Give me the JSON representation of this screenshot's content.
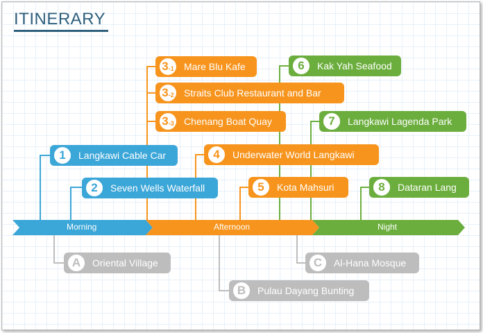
{
  "title": "ITINERARY",
  "timeline": {
    "morning": "Morning",
    "afternoon": "Afternoon",
    "night": "Night"
  },
  "stops": {
    "s1": {
      "num": "1",
      "label": "Langkawi Cable Car"
    },
    "s2": {
      "num": "2",
      "label": "Seven Wells Waterfall"
    },
    "s3_1": {
      "num": "3",
      "sub": "-1",
      "label": "Mare Blu Kafe"
    },
    "s3_2": {
      "num": "3",
      "sub": "-2",
      "label": "Straits Club Restaurant and Bar"
    },
    "s3_3": {
      "num": "3",
      "sub": "-3",
      "label": "Chenang Boat Quay"
    },
    "s4": {
      "num": "4",
      "label": "Underwater World Langkawi"
    },
    "s5": {
      "num": "5",
      "label": "Kota Mahsuri"
    },
    "s6": {
      "num": "6",
      "label": "Kak Yah Seafood"
    },
    "s7": {
      "num": "7",
      "label": "Langkawi Lagenda Park"
    },
    "s8": {
      "num": "8",
      "label": "Dataran Lang"
    },
    "sA": {
      "num": "A",
      "label": "Oriental Village"
    },
    "sB": {
      "num": "B",
      "label": "Pulau Dayang Bunting"
    },
    "sC": {
      "num": "C",
      "label": "Al-Hana Mosque"
    }
  },
  "colors": {
    "morning": "#3ba6d8",
    "afternoon": "#f7941d",
    "night": "#6cae3e",
    "optional": "#bdbdbd",
    "title": "#2e5f7d"
  }
}
